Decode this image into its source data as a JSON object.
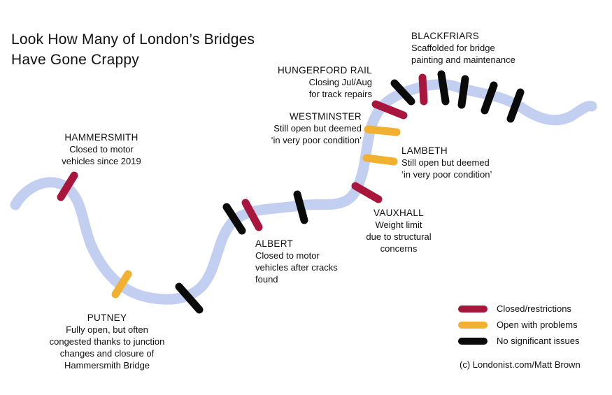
{
  "title": {
    "line1": "Look How Many of London’s Bridges",
    "line2": "Have Gone Crappy"
  },
  "colors": {
    "river": "#c3cff1",
    "closed": "#a8163e",
    "problems": "#f2b030",
    "ok": "#0a0a0a"
  },
  "bridges": [
    {
      "name": "HAMMERSMITH",
      "note": [
        "Closed to motor",
        "vehicles since 2019"
      ],
      "status": "closed"
    },
    {
      "name": "PUTNEY",
      "note": [
        "Fully open, but often",
        "congested thanks to junction",
        "changes and closure of",
        "Hammersmith Bridge"
      ],
      "status": "problems"
    },
    {
      "name": "ALBERT",
      "note": [
        "Closed to motor",
        "vehicles after cracks",
        "found"
      ],
      "status": "closed"
    },
    {
      "name": "VAUXHALL",
      "note": [
        "Weight limit",
        "due to structural",
        "concerns"
      ],
      "status": "closed"
    },
    {
      "name": "LAMBETH",
      "note": [
        "Still open but deemed",
        "‘in very poor condition’"
      ],
      "status": "problems"
    },
    {
      "name": "WESTMINSTER",
      "note": [
        "Still open but deemed",
        "‘in very poor condition’"
      ],
      "status": "problems"
    },
    {
      "name": "HUNGERFORD RAIL",
      "note": [
        "Closing Jul/Aug",
        "for track repairs"
      ],
      "status": "closed"
    },
    {
      "name": "BLACKFRIARS",
      "note": [
        "Scaffolded for bridge",
        "painting and maintenance"
      ],
      "status": "closed"
    }
  ],
  "legend": [
    {
      "label": "Closed/restrictions",
      "status": "closed"
    },
    {
      "label": "Open with problems",
      "status": "problems"
    },
    {
      "label": "No significant issues",
      "status": "ok"
    }
  ],
  "credit": "(c) Londonist.com/Matt Brown"
}
